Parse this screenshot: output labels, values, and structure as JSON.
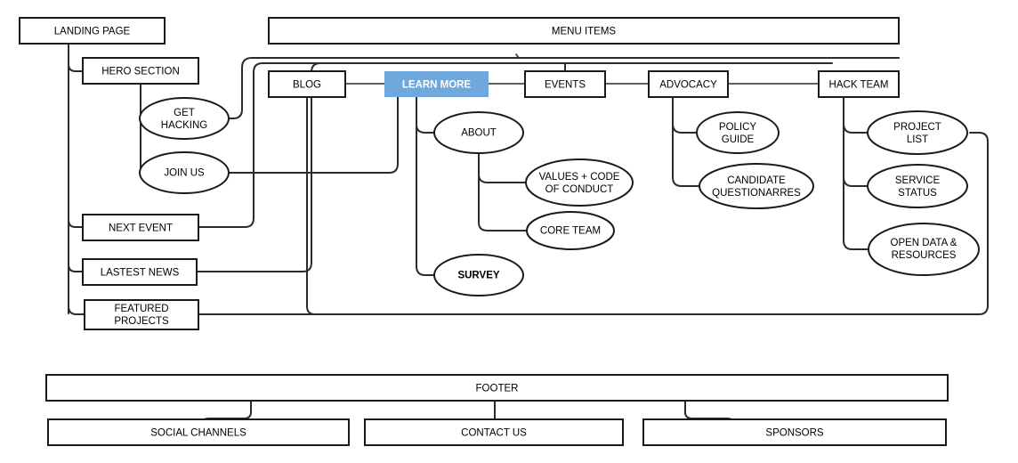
{
  "diagram": {
    "title": "Site map flow diagram",
    "background_color": "#ffffff",
    "line_color": "#2b2b2b",
    "accent_color": "#6fa8dc",
    "text_color": "#000000"
  },
  "nodes": {
    "landing_page": {
      "label": "LANDING PAGE",
      "shape": "rect"
    },
    "menu_items": {
      "label": "MENU ITEMS",
      "shape": "rect"
    },
    "hero_section": {
      "label": "HERO SECTION",
      "shape": "rect"
    },
    "blog": {
      "label": "BLOG",
      "shape": "rect"
    },
    "learn_more": {
      "label": "LEARN MORE",
      "shape": "rect",
      "highlight": "#6fa8dc"
    },
    "events": {
      "label": "EVENTS",
      "shape": "rect"
    },
    "advocacy": {
      "label": "ADVOCACY",
      "shape": "rect"
    },
    "hack_team": {
      "label": "HACK TEAM",
      "shape": "rect"
    },
    "get_hacking_l1": {
      "label": "GET",
      "shape": "ellipse"
    },
    "get_hacking_l2": {
      "label": "HACKING",
      "shape": "ellipse"
    },
    "join_us": {
      "label": "JOIN US",
      "shape": "ellipse"
    },
    "about": {
      "label": "ABOUT",
      "shape": "ellipse"
    },
    "policy_guide_l1": {
      "label": "POLICY",
      "shape": "ellipse"
    },
    "policy_guide_l2": {
      "label": "GUIDE",
      "shape": "ellipse"
    },
    "project_list_l1": {
      "label": "PROJECT",
      "shape": "ellipse"
    },
    "project_list_l2": {
      "label": "LIST",
      "shape": "ellipse"
    },
    "values_code_l1": {
      "label": "VALUES + CODE",
      "shape": "ellipse"
    },
    "values_code_l2": {
      "label": "OF CONDUCT",
      "shape": "ellipse"
    },
    "candidate_q_l1": {
      "label": "CANDIDATE",
      "shape": "ellipse"
    },
    "candidate_q_l2": {
      "label": "QUESTIONARRES",
      "shape": "ellipse"
    },
    "service_status_l1": {
      "label": "SERVICE",
      "shape": "ellipse"
    },
    "service_status_l2": {
      "label": "STATUS",
      "shape": "ellipse"
    },
    "next_event": {
      "label": "NEXT EVENT",
      "shape": "rect"
    },
    "core_team": {
      "label": "CORE TEAM",
      "shape": "ellipse"
    },
    "open_data_l1": {
      "label": "OPEN DATA &",
      "shape": "ellipse"
    },
    "open_data_l2": {
      "label": "RESOURCES",
      "shape": "ellipse"
    },
    "lastest_news": {
      "label": "LASTEST NEWS",
      "shape": "rect"
    },
    "survey": {
      "label": "SURVEY",
      "shape": "ellipse",
      "bold": true
    },
    "featured_projects_l1": {
      "label": "FEATURED",
      "shape": "rect"
    },
    "featured_projects_l2": {
      "label": "PROJECTS",
      "shape": "rect"
    },
    "footer": {
      "label": "FOOTER",
      "shape": "rect"
    },
    "social_channels": {
      "label": "SOCIAL CHANNELS",
      "shape": "rect"
    },
    "contact_us": {
      "label": "CONTACT US",
      "shape": "rect"
    },
    "sponsors": {
      "label": "SPONSORS",
      "shape": "rect"
    }
  }
}
